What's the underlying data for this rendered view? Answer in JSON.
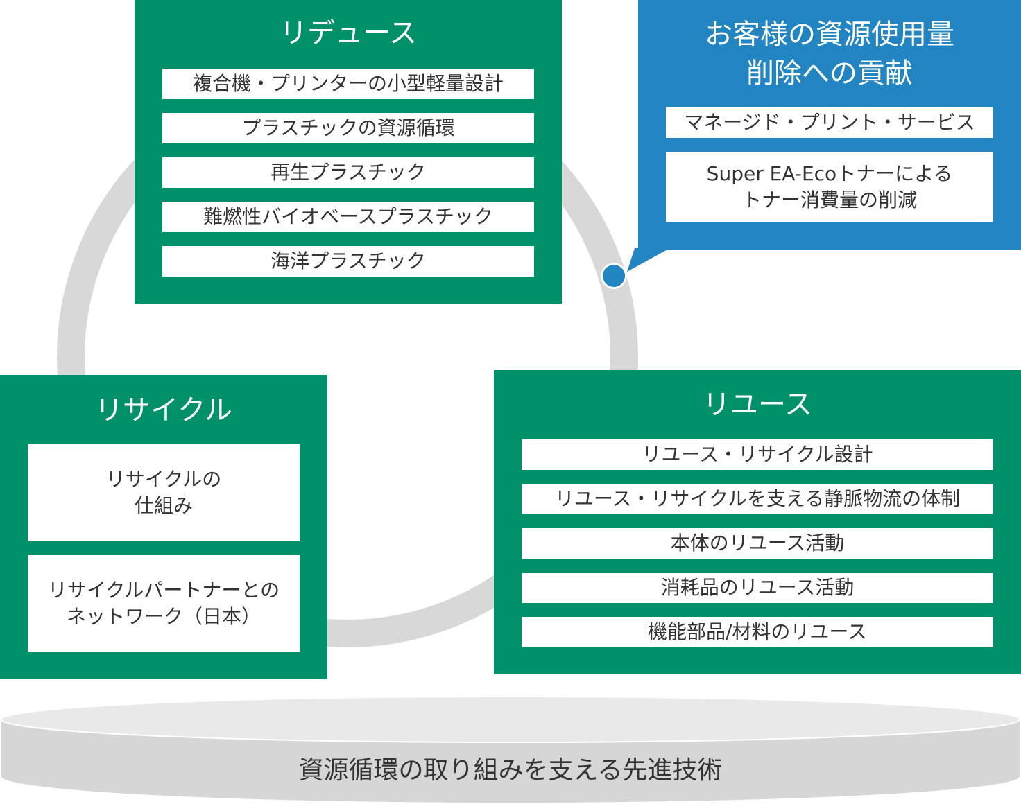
{
  "colors": {
    "green": "#00916b",
    "blue": "#2284c1",
    "ring": "#d8d8d8",
    "platform_top": "#e9e9e9",
    "platform_side": "#d6d6d6",
    "item_text": "#333333"
  },
  "reduce": {
    "title": "リデュース",
    "items": [
      "複合機・プリンターの小型軽量設計",
      "プラスチックの資源循環",
      "再生プラスチック",
      "難燃性バイオベースプラスチック",
      "海洋プラスチック"
    ]
  },
  "customer": {
    "title_line1": "お客様の資源使用量",
    "title_line2": "削除への貢献",
    "items": [
      "マネージド・プリント・サービス",
      "Super EA-Ecoトナーによる\nトナー消費量の削減"
    ]
  },
  "recycle": {
    "title": "リサイクル",
    "items": [
      "リサイクルの\n仕組み",
      "リサイクルパートナーとの\nネットワーク（日本）"
    ]
  },
  "reuse": {
    "title": "リユース",
    "items": [
      "リユース・リサイクル設計",
      "リユース・リサイクルを支える静脈物流の体制",
      "本体のリユース活動",
      "消耗品のリユース活動",
      "機能部品/材料のリユース"
    ]
  },
  "platform": {
    "label": "資源循環の取り組みを支える先進技術"
  }
}
